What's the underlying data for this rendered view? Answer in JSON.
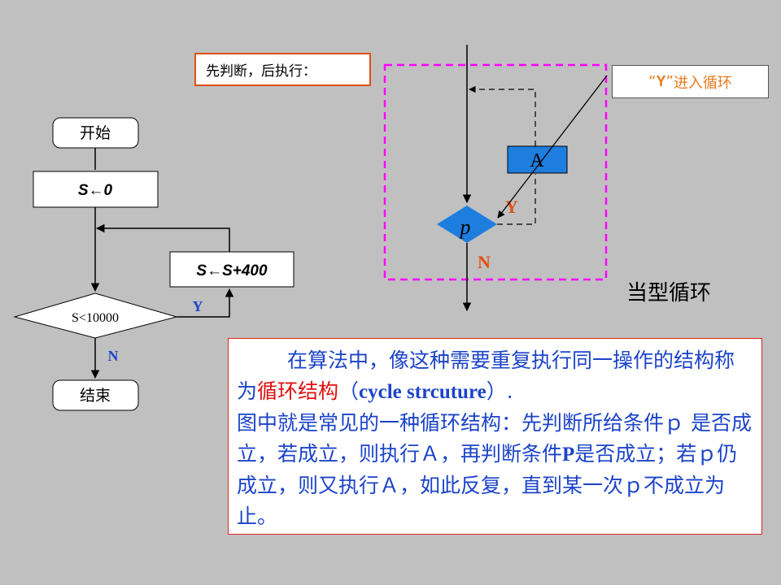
{
  "left_flowchart": {
    "start": "开始",
    "init": "S←0",
    "update": "S←S+400",
    "condition": "S<10000",
    "yes": "Y",
    "no": "N",
    "end": "结束"
  },
  "right_diagram": {
    "hint": "先判断，后执行：",
    "callout_quote_open": "“",
    "callout_quote_y": "Y",
    "callout_quote_close": "”",
    "callout_text": "进入循环",
    "process": "A",
    "condition": "p",
    "yes": "Y",
    "no": "N",
    "type_title": "当型循环"
  },
  "explanation": {
    "part1": "在算法中，像这种需要重复执行同一操作的结构称为",
    "highlight": "循环结构",
    "part2_open": "（",
    "english": "cycle strcuture",
    "part2_close": "）.",
    "part3": "图中就是常见的一种循环结构：先判断所给条件ｐ 是否成立，若成立，则执行Ａ，再判断条件",
    "var_p": "P",
    "part4": "是否成立；若ｐ仍成立，则又执行Ａ，如此反复，直到某一次ｐ不成立为止。"
  },
  "colors": {
    "background": "#c0c0c0",
    "magenta_dash": "#ff00ff",
    "process_fill": "#1e7ee0",
    "accent_orange": "#e05010",
    "text_blue": "#1c44c8",
    "text_red": "#e01010"
  }
}
